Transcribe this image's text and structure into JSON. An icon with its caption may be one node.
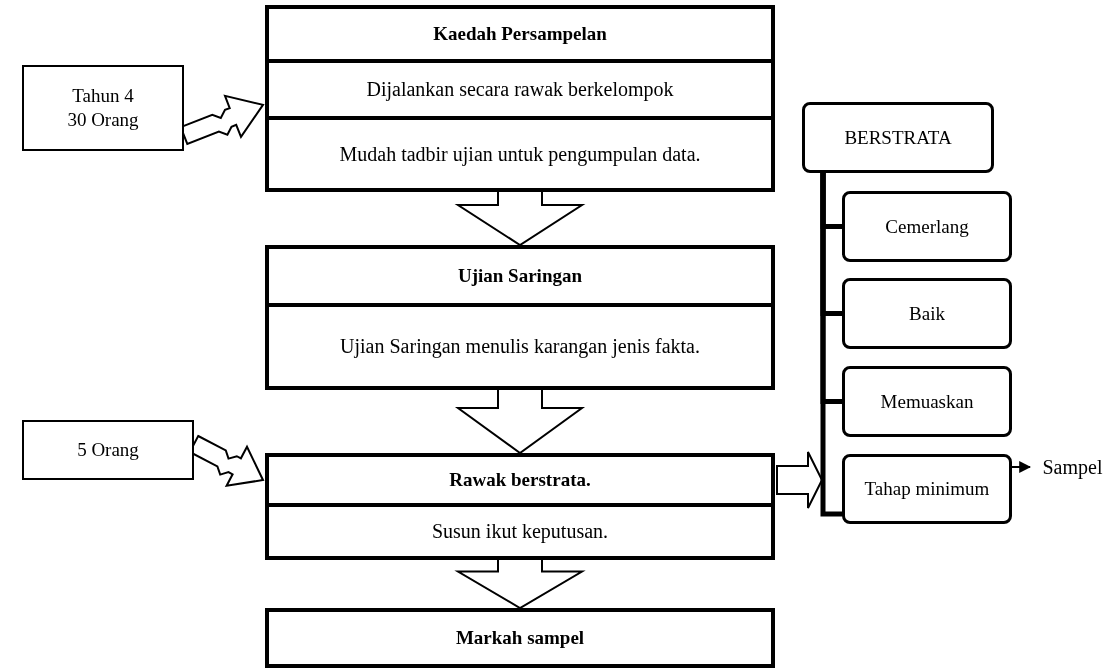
{
  "diagram": {
    "nodes": [
      {
        "text": [
          "Kaedah Persampelan"
        ]
      },
      {
        "text": [
          "Dijalankan secara rawak berkelompok"
        ]
      },
      {
        "text": [
          "Mudah tadbir ujian untuk pengumpulan data."
        ]
      },
      {
        "text": [
          "Ujian Saringan"
        ]
      },
      {
        "text": [
          "Ujian Saringan menulis karangan jenis fakta."
        ]
      },
      {
        "text": [
          "Rawak berstrata."
        ]
      },
      {
        "text": [
          "Susun ikut keputusan."
        ]
      },
      {
        "text": [
          "Markah sampel"
        ]
      },
      {
        "text": [
          "Tahun 4 30 Orang"
        ]
      },
      {
        "text": [
          "5 Orang"
        ]
      },
      {
        "text": [
          "BERSTRATA"
        ]
      },
      {
        "text": [
          "Cemerlang"
        ]
      },
      {
        "text": [
          "Baik"
        ]
      },
      {
        "text": [
          "Memuaskan"
        ]
      },
      {
        "text": [
          "Tahap minimum"
        ]
      },
      {
        "text": [
          "Sampel"
        ]
      }
    ],
    "edges": [
      {
        "from": 2,
        "to": 3,
        "arrow": "to"
      },
      {
        "from": 4,
        "to": 5,
        "arrow": "to"
      },
      {
        "from": 6,
        "to": 7,
        "arrow": "to"
      },
      {
        "from": 8,
        "to": 1,
        "arrow": "to"
      },
      {
        "from": 9,
        "to": 5,
        "arrow": "to"
      },
      {
        "from": 5,
        "to": null,
        "arrow": "to"
      },
      {
        "from": 10,
        "to": 11,
        "arrow": "none"
      },
      {
        "from": 10,
        "to": 12,
        "arrow": "none"
      },
      {
        "from": 10,
        "to": 13,
        "arrow": "none"
      },
      {
        "from": 10,
        "to": 14,
        "arrow": "none"
      },
      {
        "from": 14,
        "to": 15,
        "arrow": "to"
      }
    ]
  }
}
